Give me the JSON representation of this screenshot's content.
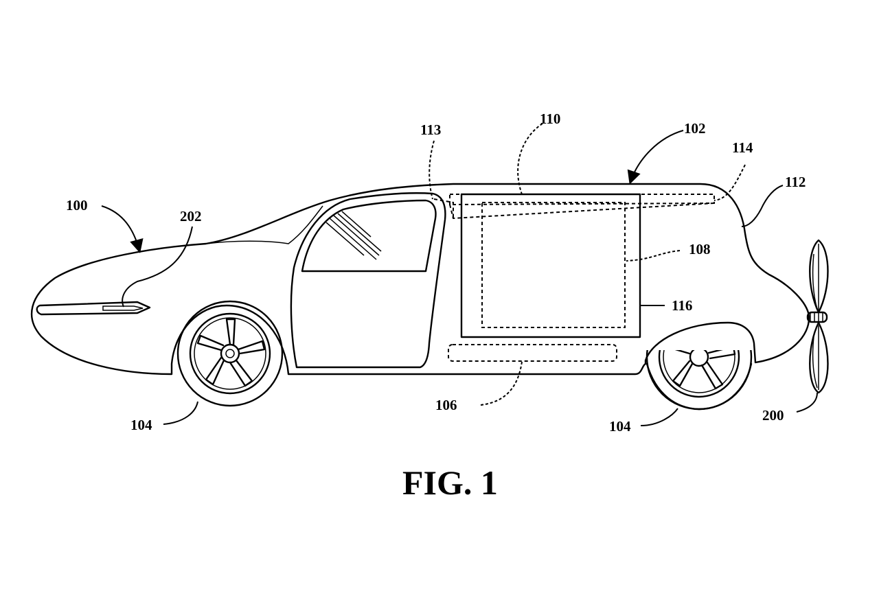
{
  "figure": {
    "caption": "FIG. 1",
    "reference_numerals": {
      "vehicle": "100",
      "body": "102",
      "wheel_front": "104",
      "wheel_rear": "104",
      "compartment_floor": "106",
      "cargo_area": "108",
      "roof_rail": "110",
      "tail_section": "112",
      "door_frame": "113",
      "roof_channel": "114",
      "rear_door": "116",
      "propeller": "200",
      "side_light": "202"
    }
  }
}
